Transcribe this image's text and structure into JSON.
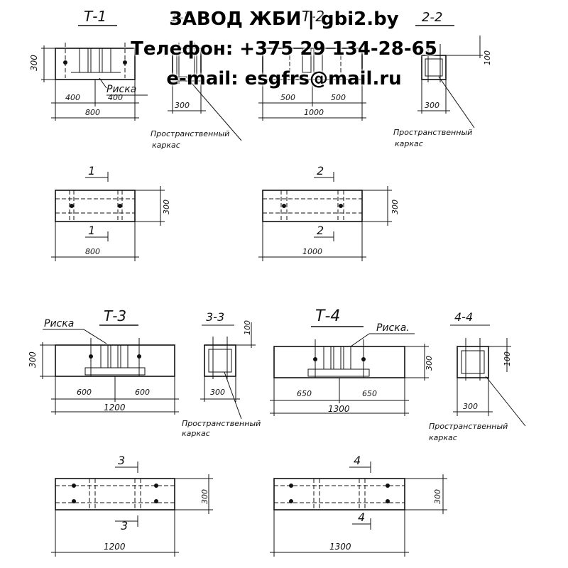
{
  "header": {
    "company": "ЗАВОД ЖБИ | gbi2.by",
    "phone": "Телефон: +375 29 134-28-65",
    "email": "e-mail: esgfrs@mail.ru"
  },
  "blocks": {
    "t1": {
      "title": "Т-1",
      "riska": "Риска",
      "height": "300",
      "left": "400",
      "right": "400",
      "total": "800"
    },
    "s1": {
      "section": "1-1",
      "width": "300"
    },
    "t2": {
      "title": "Т-2",
      "left": "500",
      "right": "500",
      "total": "1000"
    },
    "s2": {
      "section": "2-2",
      "top": "100",
      "width": "300"
    },
    "t3": {
      "title": "Т-3",
      "riska": "Риска",
      "height": "300",
      "left": "600",
      "right": "600",
      "total": "1200"
    },
    "s3": {
      "section": "3-3",
      "top": "100",
      "width": "300"
    },
    "t4": {
      "title": "Т-4",
      "riska": "Риска.",
      "height": "300",
      "left": "650",
      "right": "650",
      "total": "1300"
    },
    "s4": {
      "section": "4-4",
      "top": "100",
      "width": "300"
    }
  },
  "plans": {
    "p1": {
      "mark": "1",
      "height": "300",
      "total": "800"
    },
    "p2": {
      "mark": "2",
      "height": "300",
      "total": "1000"
    },
    "p3": {
      "mark": "3",
      "height": "300",
      "total": "1200"
    },
    "p4": {
      "mark": "4",
      "height": "300",
      "total": "1300"
    }
  },
  "notes": {
    "frame_line1": "Пространственный",
    "frame_line2": "каркас"
  }
}
